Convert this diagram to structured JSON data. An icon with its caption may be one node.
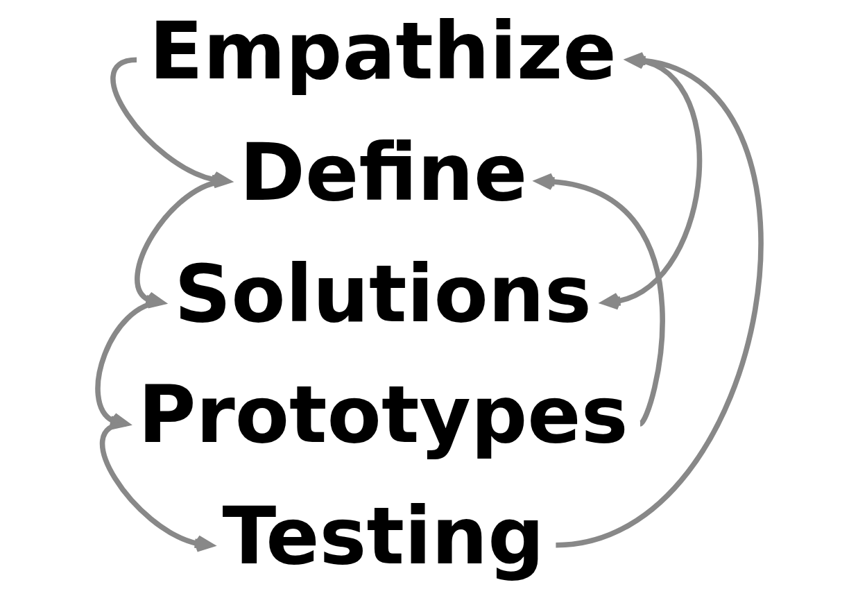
{
  "diagram": {
    "nodes": [
      {
        "text": [
          "Empathize"
        ]
      },
      {
        "text": [
          "Define"
        ]
      },
      {
        "text": [
          "Solutions"
        ]
      },
      {
        "text": [
          "Prototypes"
        ]
      },
      {
        "text": [
          "Testing"
        ]
      }
    ],
    "edges": [
      {
        "from": 0,
        "to": 1,
        "arrow": "to"
      },
      {
        "from": 1,
        "to": 2,
        "arrow": "to"
      },
      {
        "from": 2,
        "to": 3,
        "arrow": "to"
      },
      {
        "from": 3,
        "to": 4,
        "arrow": "to"
      },
      {
        "from": 0,
        "to": 2,
        "arrow": "to"
      },
      {
        "from": 3,
        "to": 1,
        "arrow": "to"
      },
      {
        "from": 4,
        "to": 0,
        "arrow": "to"
      }
    ]
  }
}
